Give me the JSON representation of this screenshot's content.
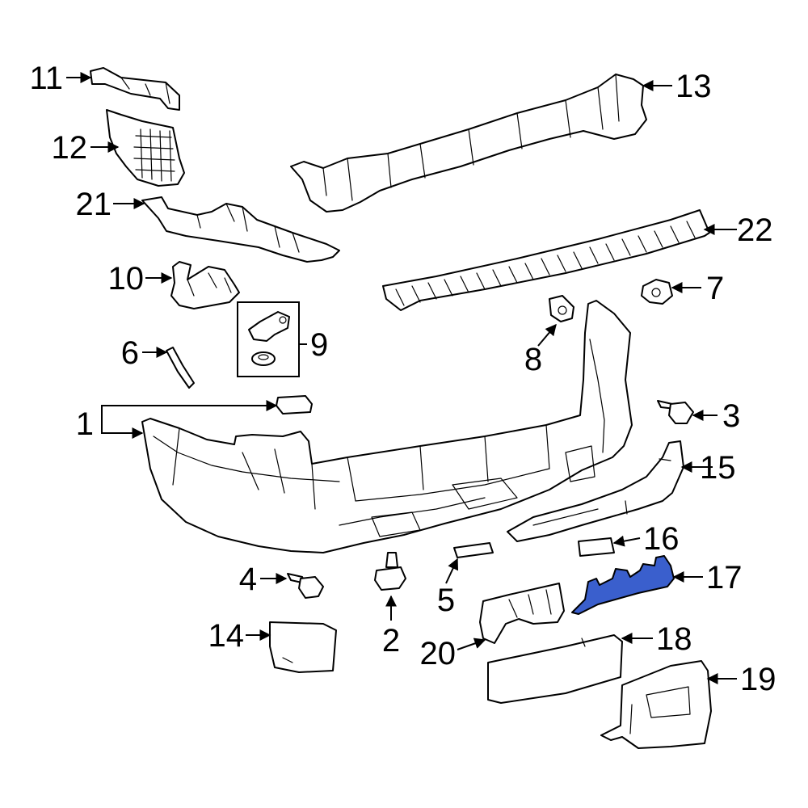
{
  "callouts": [
    {
      "label": "1"
    },
    {
      "label": "2"
    },
    {
      "label": "3"
    },
    {
      "label": "4"
    },
    {
      "label": "5"
    },
    {
      "label": "6"
    },
    {
      "label": "7"
    },
    {
      "label": "8"
    },
    {
      "label": "9"
    },
    {
      "label": "10"
    },
    {
      "label": "11"
    },
    {
      "label": "12"
    },
    {
      "label": "13"
    },
    {
      "label": "14"
    },
    {
      "label": "15"
    },
    {
      "label": "16"
    },
    {
      "label": "17"
    },
    {
      "label": "18"
    },
    {
      "label": "19"
    },
    {
      "label": "20"
    },
    {
      "label": "21"
    },
    {
      "label": "22"
    }
  ],
  "highlight": {
    "callout": "17",
    "color": "#3a5fcd"
  }
}
